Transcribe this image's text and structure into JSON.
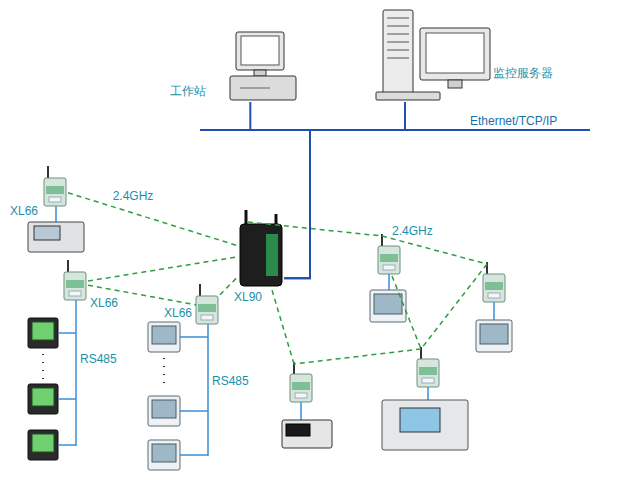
{
  "diagram": {
    "nodes": [
      {
        "text": [
          "工作站"
        ]
      },
      {
        "text": [
          "监控服务器"
        ]
      },
      {
        "text": [
          "XL66"
        ]
      },
      {
        "text": [
          "XL90"
        ]
      },
      {
        "text": [
          "XL66"
        ]
      },
      {
        "text": [
          "XL66"
        ]
      }
    ],
    "edges": [
      {
        "from": 0,
        "to": 3,
        "arrow": "none"
      },
      {
        "from": 1,
        "to": 3,
        "arrow": "none"
      },
      {
        "from": 2,
        "to": 3,
        "arrow": "none",
        "label": "2.4GHz"
      },
      {
        "from": 4,
        "to": 3,
        "arrow": "none"
      },
      {
        "from": 4,
        "to": 5,
        "arrow": "none"
      },
      {
        "from": 5,
        "to": 3,
        "arrow": "none"
      }
    ],
    "labels": [
      "Ethernet/TCP/IP",
      "2.4GHz",
      "RS485",
      "RS485"
    ]
  }
}
